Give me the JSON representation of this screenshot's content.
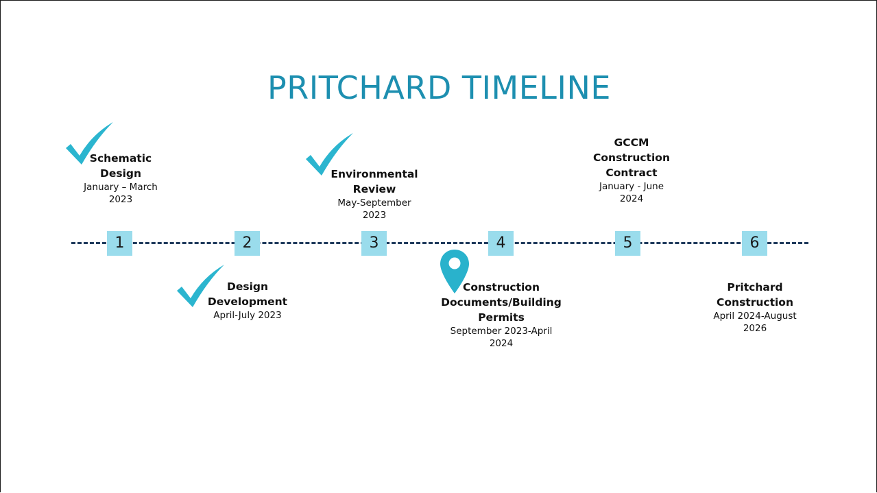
{
  "title": "PRITCHARD TIMELINE",
  "steps": [
    "1",
    "2",
    "3",
    "4",
    "5",
    "6"
  ],
  "colors": {
    "title": "#1d8fb0",
    "box": "#9adcec",
    "dash_line": "#1f3a5c",
    "check": "#2bb5cf",
    "pin": "#29b2cc"
  },
  "milestones": [
    {
      "title": "Schematic Design",
      "date": "January – March 2023",
      "icon": "checkmark-icon"
    },
    {
      "title": "Design Development",
      "date": "April-July 2023",
      "icon": "checkmark-icon"
    },
    {
      "title": "Environmental Review",
      "date": "May-September 2023",
      "icon": "checkmark-icon"
    },
    {
      "title": "Construction Documents/Building Permits",
      "date": "September 2023-April 2024",
      "icon": "location-pin-icon"
    },
    {
      "title": "GCCM Construction Contract",
      "date": "January - June 2024",
      "icon": ""
    },
    {
      "title": "Pritchard Construction",
      "date": "April 2024-August 2026",
      "icon": ""
    }
  ]
}
